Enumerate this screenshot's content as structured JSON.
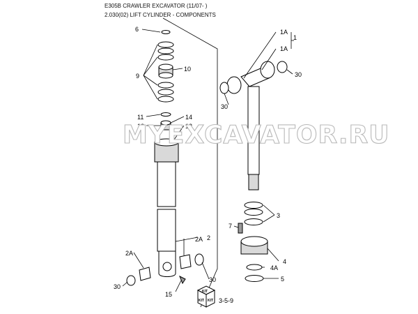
{
  "header": {
    "title": "E305B CRAWLER EXCAVATOR (11/07- )",
    "subtitle": "2.030(02) LIFT CYLINDER - COMPONENTS"
  },
  "watermark": "MYEXCAVATOR.RU",
  "kit_box": {
    "line1": "KIT",
    "line2": "KIT",
    "line3": "KIT",
    "ref": "3-5-9"
  },
  "callouts": {
    "c6": "6",
    "c9": "9",
    "c10": "10",
    "c11": "11",
    "c12": "12",
    "c13": "13",
    "c14": "14",
    "c2": "2",
    "c2a_r": "2A",
    "c2a_l": "2A",
    "c30_bl": "30",
    "c30_br": "30",
    "c15": "15",
    "c1": "1",
    "c1a_t": "1A",
    "c1a_b": "1A",
    "c30_rt": "30",
    "c30_rl": "30",
    "c3": "3",
    "c7": "7",
    "c4": "4",
    "c4a": "4A",
    "c5": "5"
  },
  "colors": {
    "line": "#000000",
    "fill": "#ffffff",
    "watermark": "#b8b8b8"
  }
}
